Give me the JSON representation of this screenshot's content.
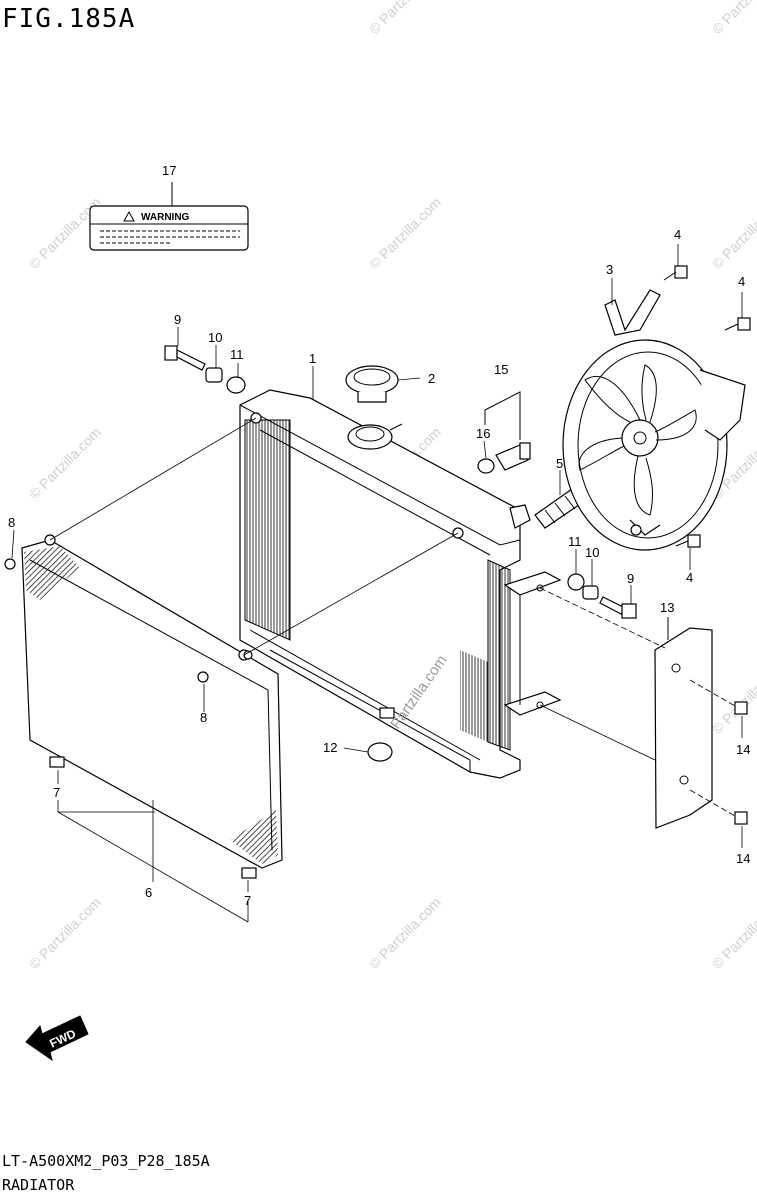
{
  "figure": {
    "title": "FIG.185A",
    "code": "LT-A500XM2_P03_P28_185A",
    "name": "RADIATOR"
  },
  "label_17": {
    "heading": "WARNING"
  },
  "fwd_arrow": {
    "text": "FWD"
  },
  "watermark": {
    "text": "© Partzilla.com",
    "center_text": "Partzilla.com"
  },
  "callouts": [
    "1",
    "2",
    "3",
    "4",
    "4",
    "4",
    "5",
    "6",
    "7",
    "7",
    "8",
    "8",
    "9",
    "9",
    "10",
    "10",
    "11",
    "11",
    "12",
    "13",
    "14",
    "14",
    "15",
    "16",
    "17"
  ]
}
